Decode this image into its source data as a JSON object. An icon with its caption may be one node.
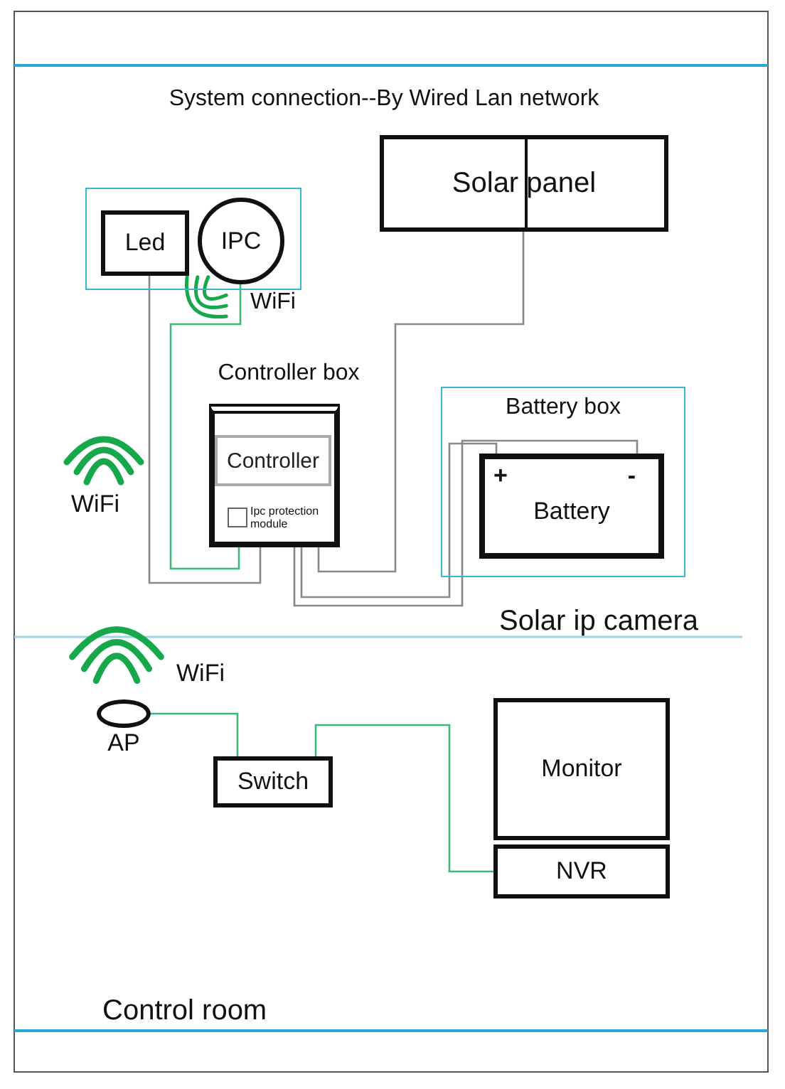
{
  "diagram": {
    "title": "System connection--By Wired Lan network",
    "nodes": [
      {
        "text": [],
        "shape": "box"
      },
      {
        "text": [
          "Led"
        ],
        "in": 0
      },
      {
        "text": [
          "IPC"
        ],
        "in": 0
      },
      {
        "text": [
          "Solar panel"
        ]
      },
      {
        "text": [
          "Controller box"
        ]
      },
      {
        "text": [
          "Controller"
        ],
        "in": 4
      },
      {
        "text": [
          "Ipc protection module"
        ],
        "in": 4
      },
      {
        "text": [
          "Battery box"
        ]
      },
      {
        "text": [
          "+",
          "-",
          "Battery"
        ],
        "in": 7
      },
      {
        "text": [
          "AP"
        ]
      },
      {
        "text": [
          "Switch"
        ]
      },
      {
        "text": [
          "Monitor"
        ]
      },
      {
        "text": [
          "NVR"
        ]
      }
    ],
    "edges": [
      {
        "from": 1,
        "to": 4,
        "arrow": "none"
      },
      {
        "from": 2,
        "to": 6,
        "arrow": "none",
        "color": "#3db87a"
      },
      {
        "from": 3,
        "to": 4,
        "arrow": "none"
      },
      {
        "from": 4,
        "to": 8,
        "arrow": "none"
      },
      {
        "from": 4,
        "to": 8,
        "arrow": "none"
      },
      {
        "from": 9,
        "to": 10,
        "arrow": "none",
        "color": "#3db87a"
      },
      {
        "from": 10,
        "to": 12,
        "arrow": "none",
        "color": "#3db87a"
      }
    ],
    "labels": [
      "WiFi",
      "WiFi",
      "Solar ip camera",
      "WiFi",
      "Control room"
    ]
  }
}
